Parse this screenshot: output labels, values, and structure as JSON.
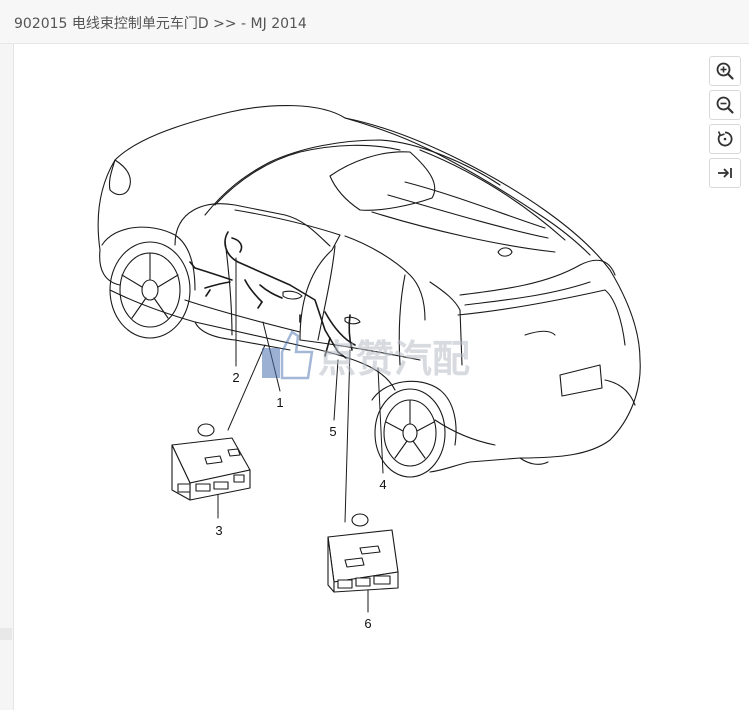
{
  "header": {
    "title": "902015 电线束控制单元车门D >> - MJ 2014"
  },
  "toolbar": {
    "buttons": [
      {
        "name": "zoom-in-button",
        "icon": "zoom-in-icon"
      },
      {
        "name": "zoom-out-button",
        "icon": "zoom-out-icon"
      },
      {
        "name": "rotate-button",
        "icon": "rotate-icon"
      },
      {
        "name": "collapse-panel-button",
        "icon": "arrow-to-right-icon"
      }
    ]
  },
  "diagram": {
    "callouts": [
      "1",
      "2",
      "3",
      "4",
      "5",
      "6"
    ],
    "watermark": "点赞汽配"
  },
  "colors": {
    "line": "#1a1a1a",
    "accent_watermark": "#4a6fb0"
  }
}
